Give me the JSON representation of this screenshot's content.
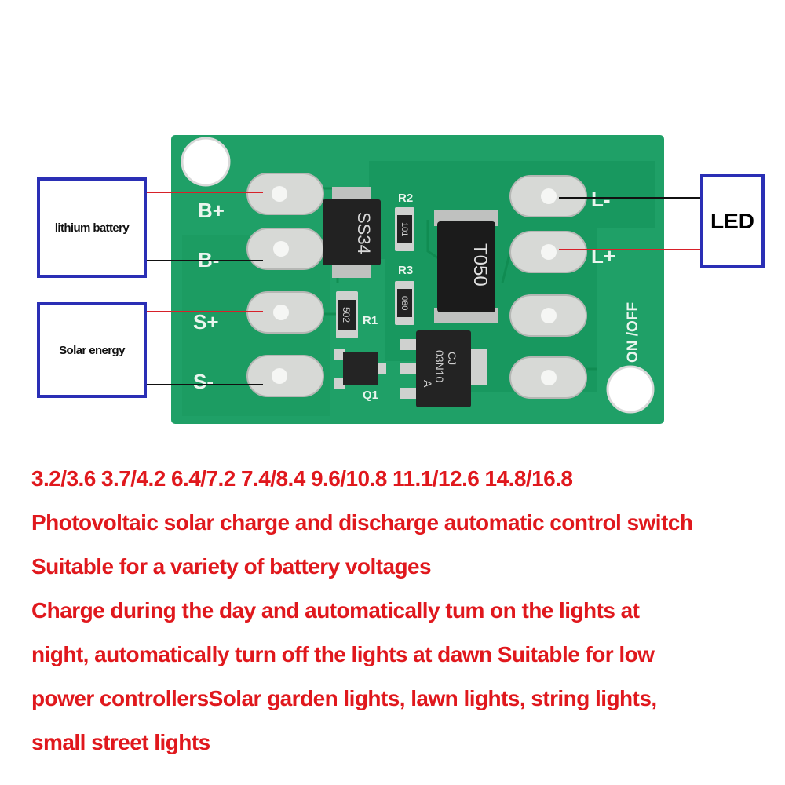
{
  "board": {
    "pads_left": [
      "B+",
      "B-",
      "S+",
      "S-"
    ],
    "pads_right": [
      "L-",
      "L+"
    ],
    "switch_label": "ON /OFF",
    "components": {
      "diode": "SS34",
      "inductor": "T050",
      "mosfet_top": "CJ",
      "mosfet_bottom": "03N10",
      "mosfet_suffix": "A",
      "resistor_r1": "502",
      "resistor_r2": "101",
      "resistor_r3": "080"
    },
    "silkscreen": [
      "R2",
      "R3",
      "R1",
      "Q1"
    ],
    "colors": {
      "pcb": "#1fa067",
      "pcb_trace": "#0f8a4f",
      "pad": "#d7d9d6",
      "wire_red": "#d8202a",
      "wire_black": "#111111",
      "box_border": "#2a2fb5"
    }
  },
  "labels": {
    "battery": "lithium battery",
    "solar": "Solar energy",
    "led": "LED"
  },
  "description": [
    "3.2/3.6 3.7/4.2 6.4/7.2 7.4/8.4 9.6/10.8 11.1/12.6 14.8/16.8",
    "Photovoltaic solar charge and discharge automatic control switch",
    "Suitable for a variety of battery voltages",
    "Charge during the day and automatically tum on the lights at",
    "night, automatically turn off the lights at dawn Suitable for low",
    "power controllersSolar garden lights, lawn lights, string lights,",
    "small street lights"
  ]
}
